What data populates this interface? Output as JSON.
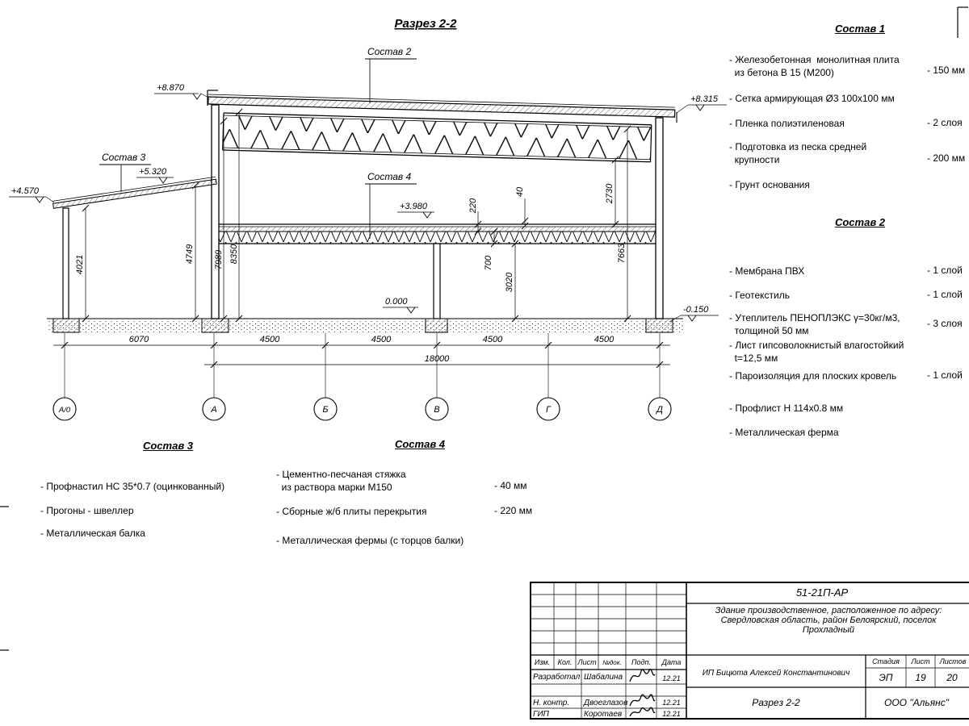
{
  "drawing": {
    "title": "Разрез 2-2",
    "callouts": {
      "c2": "Состав 2",
      "c3": "Состав 3",
      "c4": "Состав 4"
    },
    "elevations": {
      "roof_left": "+8.870",
      "roof_right": "+8.315",
      "annex_right": "+5.320",
      "annex_left": "+4.570",
      "floor": "+3.980",
      "zero": "0.000",
      "ground_right": "-0.150"
    },
    "vdims": {
      "annex_inner": "4021",
      "annex_right": "4749",
      "hall_left_inner": "7989",
      "hall_left": "8350",
      "slab": "220",
      "screed": "40",
      "floor_truss": "700",
      "ground_floor": "3020",
      "roof_clear": "2730",
      "hall_right": "7663"
    },
    "hdims": {
      "s1": "6070",
      "s2": "4500",
      "s3": "4500",
      "s4": "4500",
      "s5": "4500",
      "total": "18000"
    },
    "axes": [
      "А/0",
      "А",
      "Б",
      "В",
      "Г",
      "Д"
    ]
  },
  "lists": {
    "sostav1": {
      "title": "Состав 1",
      "items": [
        {
          "text": "- Железобетонная  монолитная плита\n  из бетона В 15 (М200)",
          "value": "- 150 мм"
        },
        {
          "text": "- Сетка армирующая Ø3 100х100 мм",
          "value": ""
        },
        {
          "text": "- Пленка полиэтиленовая",
          "value": "- 2 слоя"
        },
        {
          "text": "- Подготовка из песка средней\n  крупности",
          "value": "- 200 мм"
        },
        {
          "text": "- Грунт основания",
          "value": ""
        }
      ]
    },
    "sostav2": {
      "title": "Состав 2",
      "items": [
        {
          "text": "- Мембрана ПВХ",
          "value": "- 1 слой"
        },
        {
          "text": "- Геотекстиль",
          "value": "- 1 слой"
        },
        {
          "text": "- Утеплитель ПЕНОПЛЭКС γ=30кг/м3,\n  толщиной 50 мм",
          "value": "- 3 слоя"
        },
        {
          "text": "- Лист гипсоволокнистый влагостойкий\n  t=12,5 мм",
          "value": ""
        },
        {
          "text": "- Пароизоляция для плоских кровель",
          "value": "- 1 слой"
        },
        {
          "text": "- Профлист Н 114х0.8 мм",
          "value": ""
        },
        {
          "text": "- Металлическая ферма",
          "value": ""
        }
      ]
    },
    "sostav3": {
      "title": "Состав 3",
      "items": [
        {
          "text": "- Профнастил НС 35*0.7 (оцинкованный)",
          "value": ""
        },
        {
          "text": "- Прогоны - швеллер",
          "value": ""
        },
        {
          "text": "- Металлическая балка",
          "value": ""
        }
      ]
    },
    "sostav4": {
      "title": "Состав 4",
      "items": [
        {
          "text": "- Цементно-песчаная стяжка\n  из раствора марки М150",
          "value": "- 40 мм"
        },
        {
          "text": "- Сборные ж/б плиты перекрытия",
          "value": "- 220 мм"
        },
        {
          "text": "- Металлическая фермы (с торцов балки)",
          "value": ""
        }
      ]
    }
  },
  "titleblock": {
    "doc_number": "51-21П-АР",
    "project": "Здание производственное, расположенное по адресу:\nСвердловская область, район Белоярский, поселок\nПрохладный",
    "header": [
      "Изм.",
      "Кол.",
      "Лист",
      "№док.",
      "Подп.",
      "Дата"
    ],
    "rows": [
      {
        "role": "Разработал",
        "name": "Шабалина",
        "date": "12.21"
      },
      {
        "role": "Н. контр.",
        "name": "Двоеглазов",
        "date": "12.21"
      },
      {
        "role": "ГИП",
        "name": "Коротаев",
        "date": "12.21"
      }
    ],
    "person": "ИП Бицюта Алексей Константинович",
    "stage_label": "Стадия",
    "sheet_label": "Лист",
    "sheets_label": "Листов",
    "stage": "ЭП",
    "sheet": "19",
    "sheets": "20",
    "drawing_name": "Разрез 2-2",
    "organization": "ООО \"Альянс\""
  }
}
